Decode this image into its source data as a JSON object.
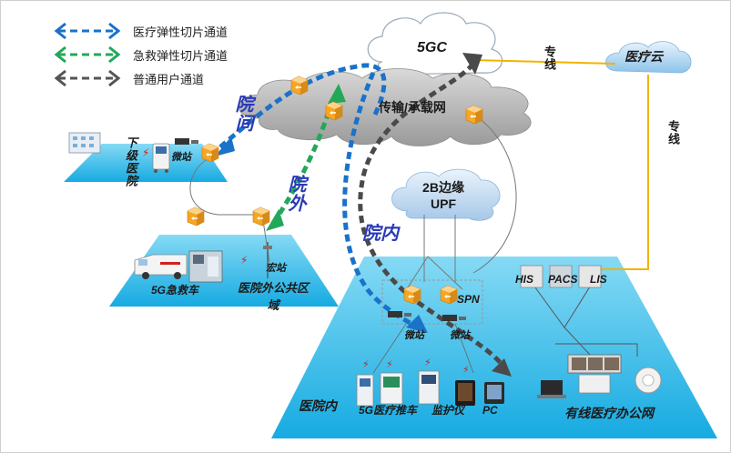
{
  "legend": [
    {
      "label": "医疗弹性切片通道",
      "color": "#1a72c9",
      "icon": "double-arrow-icon"
    },
    {
      "label": "急救弹性切片通道",
      "color": "#23a85a",
      "icon": "double-arrow-icon"
    },
    {
      "label": "普通用户通道",
      "color": "#555555",
      "icon": "double-arrow-icon"
    }
  ],
  "cloud_5gc": "5GC",
  "backhaul": "传输/承载网",
  "medical_cloud": "医疗云",
  "dedicated_line_top": "专线",
  "dedicated_line_right": "专线",
  "edge_upf": {
    "line1": "2B边缘",
    "line2": "UPF"
  },
  "channel_labels": {
    "inter_hospital": "院间",
    "outside": "院外",
    "inside": "院内"
  },
  "lower_hospital": {
    "title": "下级医院",
    "micro_station": "微站"
  },
  "outside_area": {
    "ambulance": "5G急救车",
    "macro_station": "宏站",
    "area": "医院外公共区域"
  },
  "inside": {
    "spn": "SPN",
    "micro_a": "微站",
    "micro_b": "微站",
    "area": "医院内",
    "devices": [
      "5G医疗推车",
      "监护仪",
      "PC"
    ],
    "wired_office": "有线医疗办公网",
    "systems": [
      "HIS",
      "PACS",
      "LIS"
    ]
  }
}
